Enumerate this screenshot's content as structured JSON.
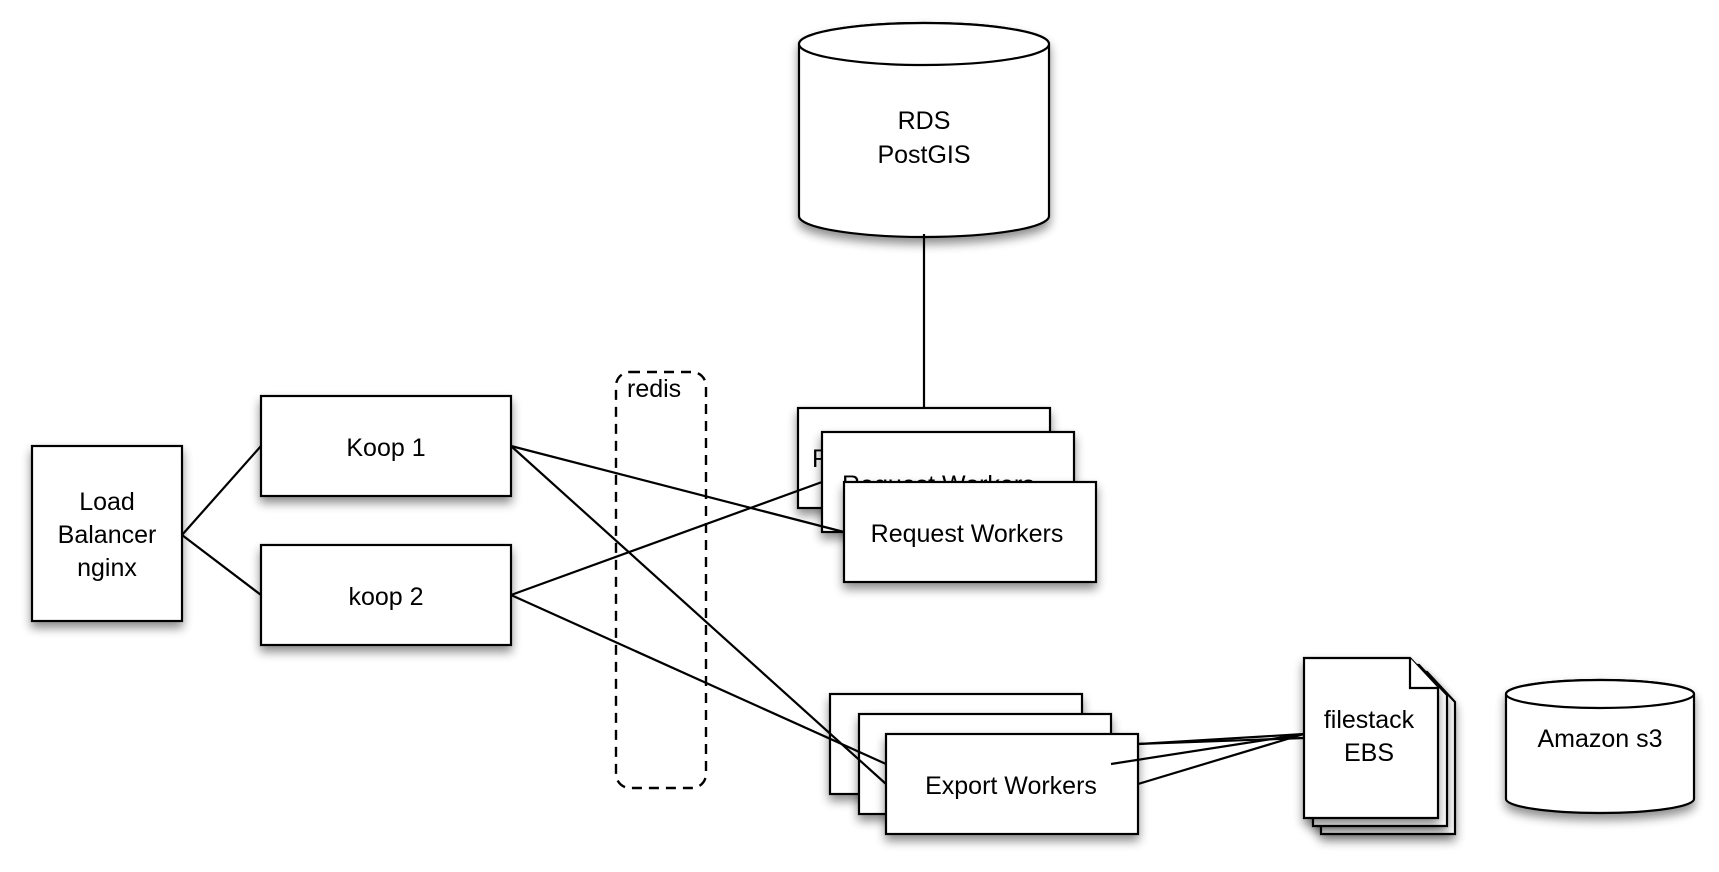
{
  "nodes": {
    "rds": {
      "line1": "RDS",
      "line2": "PostGIS"
    },
    "load_balancer": {
      "line1": "Load",
      "line2": "Balancer",
      "line3": "nginx"
    },
    "koop1": {
      "label": "Koop 1"
    },
    "koop2": {
      "label": "koop 2"
    },
    "redis": {
      "label": "redis"
    },
    "request_workers": {
      "back_partial": "R",
      "middle_partial": "Request Workers",
      "front": "Request Workers"
    },
    "export_workers": {
      "front": "Export Workers"
    },
    "filestack": {
      "line1": "filestack",
      "line2": "EBS"
    },
    "amazon_s3": {
      "label": "Amazon s3"
    }
  },
  "colors": {
    "stroke": "#000000",
    "fill": "#ffffff",
    "shadow": "#000000"
  }
}
